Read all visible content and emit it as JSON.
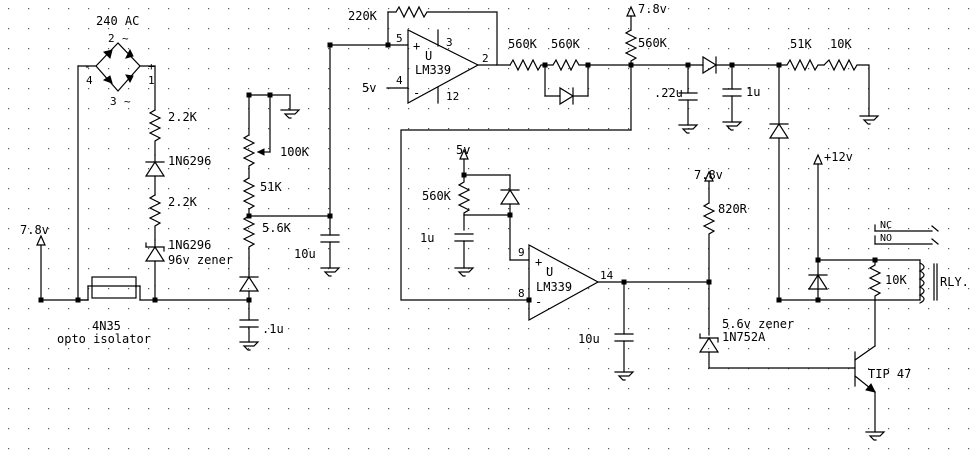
{
  "labels": {
    "ac": "240 AC",
    "r1": "2.2K",
    "d1": "1N6296",
    "r2": "2.2K",
    "d2": "1N6296",
    "d2b": "96v zener",
    "opto1": "4N35",
    "opto2": "opto isolator",
    "v78a": "7.8v",
    "pot": "100K",
    "r51a": "51K",
    "r56": "5.6K",
    "c1u": ".1u",
    "c10ua": "10u",
    "r220": "220K",
    "v5a": "5v",
    "u1": "U",
    "u1part": "LM339",
    "r560a": "560K",
    "r560b": "560K",
    "v78b": "7.8v",
    "r560c": "560K",
    "c22": ".22u",
    "c1ub": "1u",
    "r51b": "51K",
    "r10k": "10K",
    "v5b": "5v",
    "r560d": "560K",
    "c1uc": "1u",
    "u2": "U",
    "u2part": "LM339",
    "c10ub": "10u",
    "v78c": "7.8v",
    "r820": "820R",
    "z1": "5.6v zener",
    "z2": "1N752A",
    "q1": "TIP 47",
    "v12": "+12v",
    "nc": "NC",
    "no": "NO",
    "r10kb": "10K",
    "rly": "RLY."
  },
  "pins": {
    "p2": "2",
    "p4": "4",
    "p3": "3",
    "p1": "1",
    "p5": "5",
    "p4b": "4",
    "p12": "12",
    "p2b": "2",
    "p9": "9",
    "p8": "8",
    "p14": "14",
    "plus": "+",
    "minus": "-",
    "plus2": "+",
    "minus2": "-",
    "pm1": "+",
    "pm2": "-",
    "pm3": "+",
    "pm4": "-",
    "tl": "~",
    "tr": "~",
    "bl": "~",
    "br": "~"
  }
}
